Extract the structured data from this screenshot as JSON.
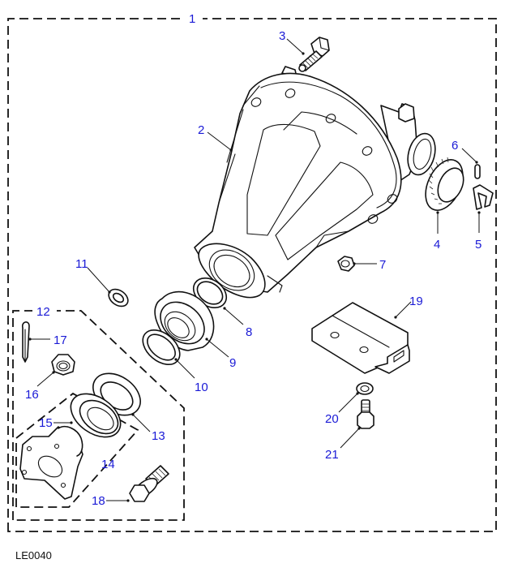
{
  "diagram": {
    "reference_code": "LE0040",
    "subject": "Rear differential housing assembly - exploded parts view",
    "callout_color": "#1a1ad6",
    "line_color": "#111111",
    "groups": [
      {
        "id": "1",
        "label": "1",
        "description": "Complete assembly (outer dashed boundary)"
      },
      {
        "id": "12",
        "label": "12",
        "description": "Pinion flange kit (dashed boundary)"
      },
      {
        "id": "14",
        "label": "14",
        "description": "Flange sub-kit (inner dashed boundary)"
      }
    ],
    "callouts": [
      {
        "label": "1",
        "part": "assembly"
      },
      {
        "label": "2",
        "part": "housing"
      },
      {
        "label": "3",
        "part": "bolt"
      },
      {
        "label": "4",
        "part": "adjuster-ring"
      },
      {
        "label": "5",
        "part": "lock-tab"
      },
      {
        "label": "6",
        "part": "roll-pin"
      },
      {
        "label": "7",
        "part": "nut"
      },
      {
        "label": "8",
        "part": "o-ring"
      },
      {
        "label": "9",
        "part": "bearing"
      },
      {
        "label": "10",
        "part": "seal"
      },
      {
        "label": "11",
        "part": "washer"
      },
      {
        "label": "12",
        "part": "flange-kit"
      },
      {
        "label": "13",
        "part": "oil-seal"
      },
      {
        "label": "14",
        "part": "flange-sub-kit"
      },
      {
        "label": "15",
        "part": "flange"
      },
      {
        "label": "16",
        "part": "flange-nut"
      },
      {
        "label": "17",
        "part": "split-pin"
      },
      {
        "label": "18",
        "part": "flange-bolt"
      },
      {
        "label": "19",
        "part": "mounting-bracket"
      },
      {
        "label": "20",
        "part": "bracket-washer"
      },
      {
        "label": "21",
        "part": "bracket-bolt"
      }
    ]
  }
}
